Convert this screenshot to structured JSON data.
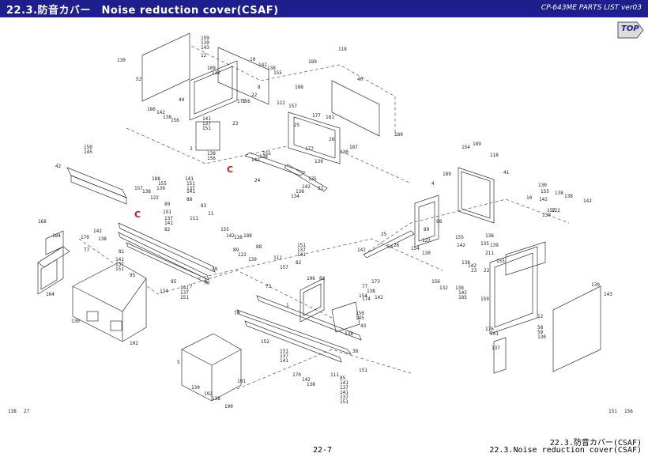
{
  "header": {
    "title": "22.3.防音カバー　Noise reduction cover(CSAF)",
    "doc_name": "CP-643ME PARTS LIST ver03"
  },
  "nav": {
    "top_label": "TOP"
  },
  "diagram": {
    "marker": "C",
    "labels": [
      "159",
      "139",
      "143",
      "12",
      "130",
      "52",
      "44",
      "10",
      "142",
      "138",
      "155",
      "109",
      "132",
      "8",
      "22",
      "156",
      "188",
      "122",
      "157",
      "186",
      "142",
      "138",
      "156",
      "175",
      "141",
      "137",
      "151",
      "23",
      "2",
      "138",
      "156",
      "189",
      "118",
      "40",
      "177",
      "181",
      "25",
      "26",
      "177",
      "187",
      "130",
      "189",
      "150",
      "145",
      "42",
      "155",
      "142",
      "138",
      "24",
      "142",
      "138",
      "134",
      "51",
      "135",
      "139",
      "188",
      "155",
      "139",
      "141",
      "157",
      "138",
      "122",
      "151",
      "137",
      "141",
      "88",
      "89",
      "83",
      "111",
      "151",
      "137",
      "141",
      "82",
      "11",
      "168",
      "184",
      "170",
      "142",
      "138",
      "77",
      "81",
      "141",
      "137",
      "151",
      "164",
      "95",
      "134",
      "85",
      "141",
      "137",
      "151",
      "39",
      "70",
      "130",
      "102",
      "155",
      "142",
      "138",
      "188",
      "89",
      "122",
      "139",
      "88",
      "151",
      "137",
      "141",
      "111",
      "83",
      "82",
      "157",
      "7",
      "70",
      "73",
      "106",
      "1",
      "152",
      "151",
      "137",
      "141",
      "150",
      "145",
      "43",
      "138",
      "38",
      "5",
      "191",
      "130",
      "192",
      "138",
      "190",
      "141",
      "137",
      "151",
      "170",
      "142",
      "138",
      "111",
      "85",
      "141",
      "137",
      "151",
      "77",
      "173",
      "174",
      "154",
      "138",
      "142",
      "154",
      "189",
      "118",
      "41",
      "189",
      "4",
      "130",
      "155",
      "142",
      "138",
      "138",
      "142",
      "10",
      "157",
      "139",
      "122",
      "88",
      "89",
      "122",
      "25",
      "26",
      "54",
      "155",
      "142",
      "154",
      "130",
      "142",
      "138",
      "135",
      "139",
      "211",
      "155",
      "138",
      "142",
      "23",
      "22",
      "156",
      "138",
      "142",
      "185",
      "132",
      "159",
      "139",
      "143",
      "12",
      "58",
      "59",
      "130",
      "176",
      "141",
      "137",
      "151",
      "156",
      "138",
      "27"
    ],
    "footer": {
      "page": "22-7",
      "title_jp": "22.3.防音カバー(CSAF)",
      "title_en": "22.3.Noise reduction cover(CSAF)"
    }
  }
}
